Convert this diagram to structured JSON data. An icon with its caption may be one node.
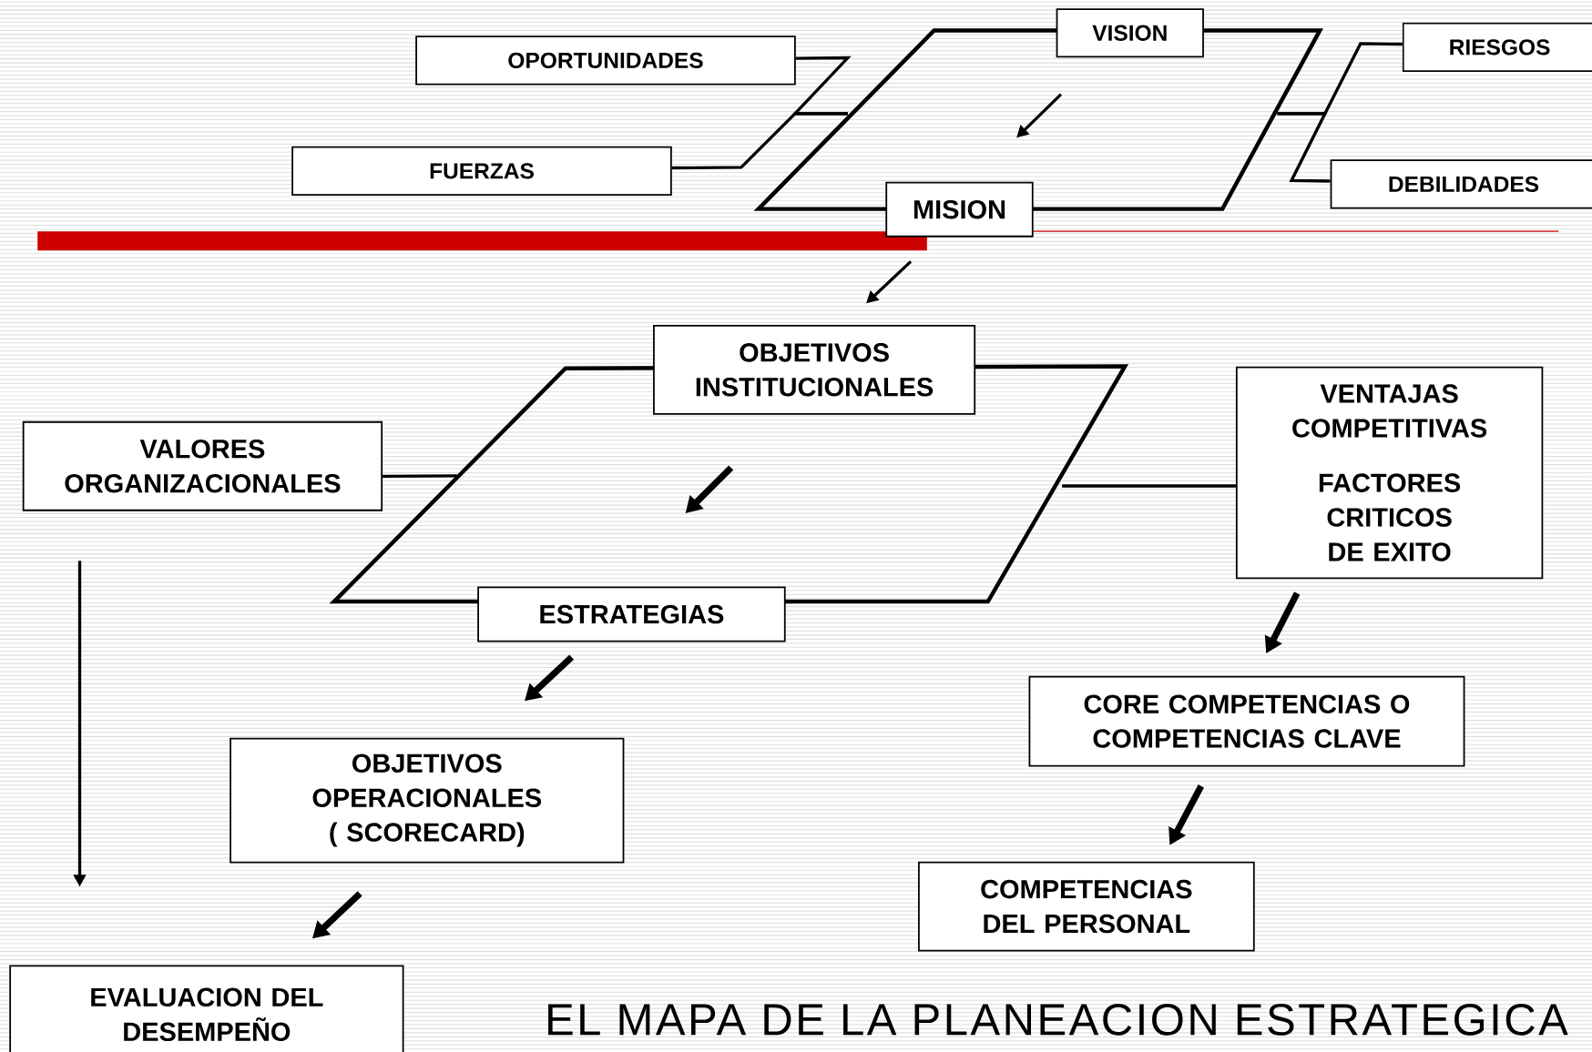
{
  "diagram": {
    "title": "EL MAPA DE LA PLANEACION ESTRATEGICA",
    "nodes": [
      {
        "text": [
          "VISION"
        ]
      },
      {
        "text": [
          "OPORTUNIDADES"
        ]
      },
      {
        "text": [
          "RIESGOS"
        ]
      },
      {
        "text": [
          "FUERZAS"
        ]
      },
      {
        "text": [
          "DEBILIDADES"
        ]
      },
      {
        "text": [
          "MISION"
        ]
      },
      {
        "text": [],
        "shape": "parallelogram"
      },
      {
        "text": [
          "OBJETIVOS INSTITUCIONALES"
        ]
      },
      {
        "text": [
          "VALORES ORGANIZACIONALES"
        ]
      },
      {
        "text": [],
        "shape": "parallelogram"
      },
      {
        "text": [
          "VENTAJAS COMPETITIVAS",
          "FACTORES CRITICOS DE EXITO"
        ]
      },
      {
        "text": [
          "ESTRATEGIAS"
        ]
      },
      {
        "text": [
          "CORE COMPETENCIAS O COMPETENCIAS CLAVE"
        ]
      },
      {
        "text": [
          "OBJETIVOS OPERACIONALES ( SCORECARD)"
        ]
      },
      {
        "text": [
          "COMPETENCIAS DEL PERSONAL"
        ]
      },
      {
        "text": [
          "EVALUACION DEL DESEMPEÑO"
        ]
      }
    ],
    "edges": [
      {
        "from": 5,
        "to": 7,
        "arrow": "to"
      },
      {
        "from": 11,
        "to": 13,
        "arrow": "to",
        "style": "thick"
      },
      {
        "from": 13,
        "to": 15,
        "arrow": "to",
        "style": "thick"
      },
      {
        "from": 10,
        "to": 12,
        "arrow": "to",
        "style": "thick"
      },
      {
        "from": 12,
        "to": 14,
        "arrow": "to",
        "style": "thick"
      },
      {
        "from": 8,
        "to": 15,
        "arrow": "to"
      },
      {
        "from": 1,
        "to": 6,
        "arrow": "none"
      },
      {
        "from": 3,
        "to": 6,
        "arrow": "none"
      },
      {
        "from": 2,
        "to": 6,
        "arrow": "none"
      },
      {
        "from": 4,
        "to": 6,
        "arrow": "none"
      },
      {
        "from": 8,
        "to": 9,
        "arrow": "none"
      },
      {
        "from": 10,
        "to": 9,
        "arrow": "none"
      }
    ]
  }
}
